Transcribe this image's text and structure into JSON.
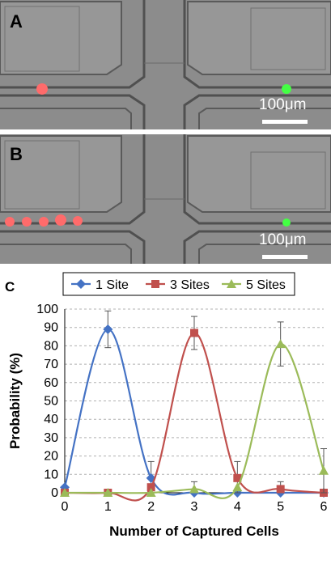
{
  "panels": {
    "a": {
      "letter": "A",
      "scale_label": "100μm"
    },
    "b": {
      "letter": "B",
      "scale_label": "100μm"
    },
    "c": {
      "letter": "C"
    }
  },
  "colors": {
    "series1": "#4472c4",
    "series2": "#c0504d",
    "series3": "#9bbb59",
    "chip_bg": "#8a8a8a",
    "red_cell": "#ff6b6b",
    "green_cell": "#44ff44"
  },
  "chart_data": {
    "type": "line",
    "title": "",
    "xlabel": "Number of Captured Cells",
    "ylabel": "Probability (%)",
    "x": [
      0,
      1,
      2,
      3,
      4,
      5,
      6
    ],
    "xlim": [
      0,
      6
    ],
    "ylim": [
      0,
      100
    ],
    "yticks": [
      0,
      10,
      20,
      30,
      40,
      50,
      60,
      70,
      80,
      90,
      100
    ],
    "grid": "horizontal dashed",
    "legend": "top, boxed",
    "series": [
      {
        "name": "1 Site",
        "marker": "diamond",
        "color": "#4472c4",
        "values": [
          3,
          89,
          8,
          0,
          0,
          0,
          0
        ],
        "errors": [
          null,
          10,
          9,
          null,
          null,
          null,
          null
        ]
      },
      {
        "name": "3 Sites",
        "marker": "square",
        "color": "#c0504d",
        "values": [
          0,
          0,
          3,
          87,
          8,
          2,
          0
        ],
        "errors": [
          null,
          null,
          null,
          9,
          9,
          4,
          null
        ]
      },
      {
        "name": "5 Sites",
        "marker": "triangle",
        "color": "#9bbb59",
        "values": [
          0,
          0,
          0,
          2,
          3,
          81,
          12
        ],
        "errors": [
          null,
          null,
          null,
          4,
          null,
          12,
          12
        ]
      }
    ]
  }
}
